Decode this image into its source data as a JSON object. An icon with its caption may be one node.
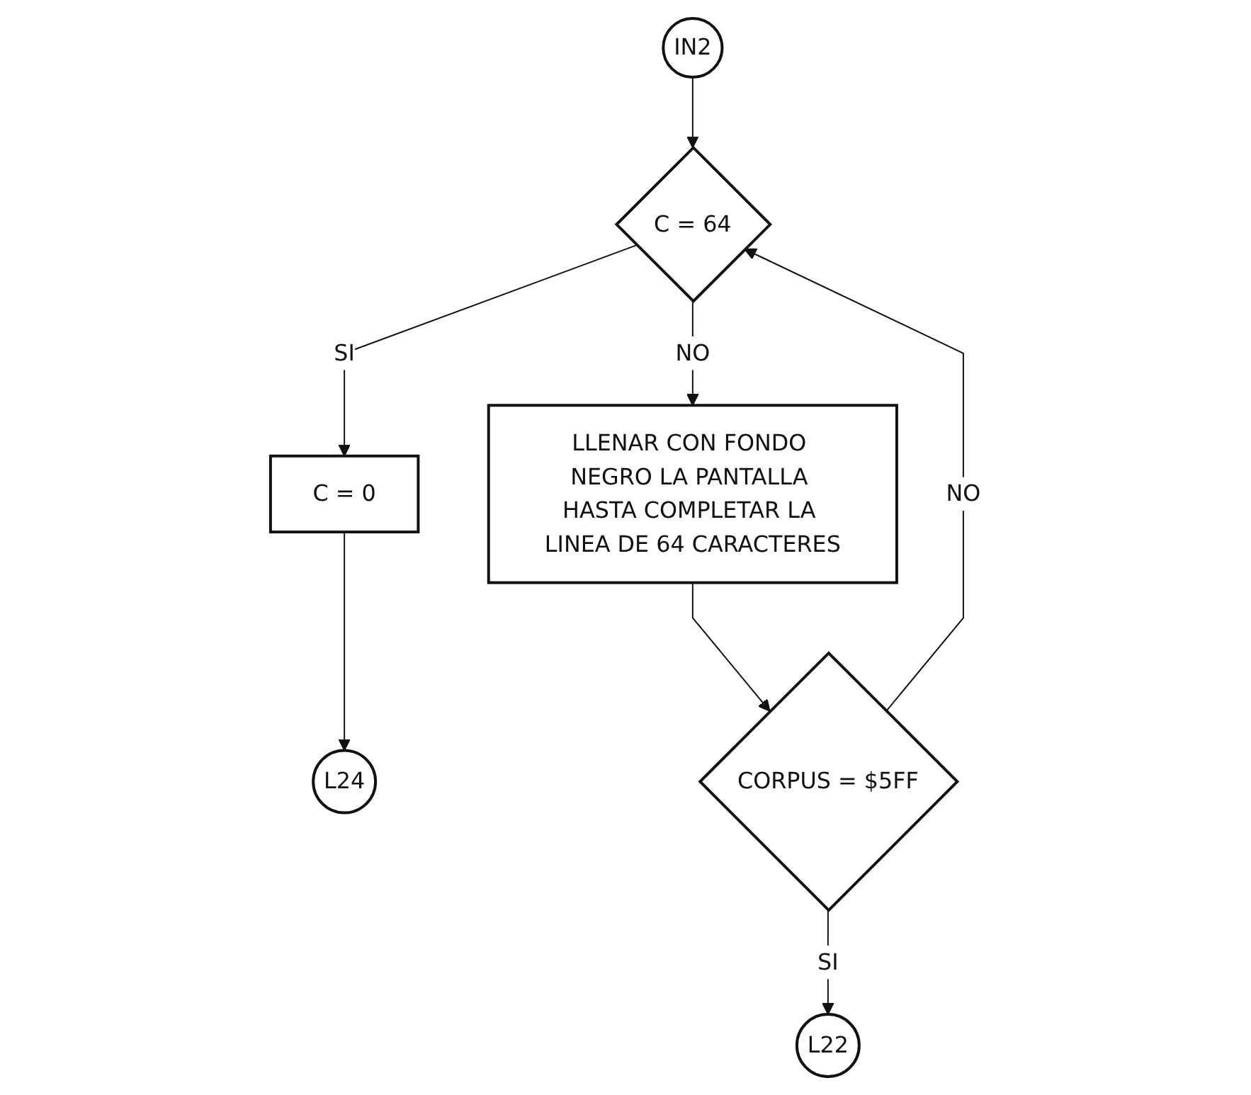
{
  "diagram": {
    "nodes": [
      {
        "text": [
          "IN2"
        ]
      },
      {
        "text": [
          "C = 64"
        ]
      },
      {
        "text": [
          "C = 0"
        ]
      },
      {
        "text": [
          "L24"
        ]
      },
      {
        "text": [
          "LLENAR CON FONDO NEGRO LA PANTALLA HASTA COMPLETAR LA LINEA DE 64 CARACTERES"
        ]
      },
      {
        "text": [
          "CORPUS = $5FF"
        ]
      },
      {
        "text": [
          "L22"
        ]
      }
    ],
    "edges": [
      {
        "from": 0,
        "to": 1,
        "arrow": "to"
      },
      {
        "from": 1,
        "to": 2,
        "label": "SI",
        "arrow": "to"
      },
      {
        "from": 2,
        "to": 3,
        "arrow": "to"
      },
      {
        "from": 1,
        "to": 4,
        "label": "NO",
        "arrow": "to"
      },
      {
        "from": 4,
        "to": 5,
        "arrow": "to"
      },
      {
        "from": 5,
        "to": 1,
        "label": "NO",
        "arrow": "to"
      },
      {
        "from": 5,
        "to": 6,
        "label": "SI",
        "arrow": "to"
      }
    ]
  }
}
